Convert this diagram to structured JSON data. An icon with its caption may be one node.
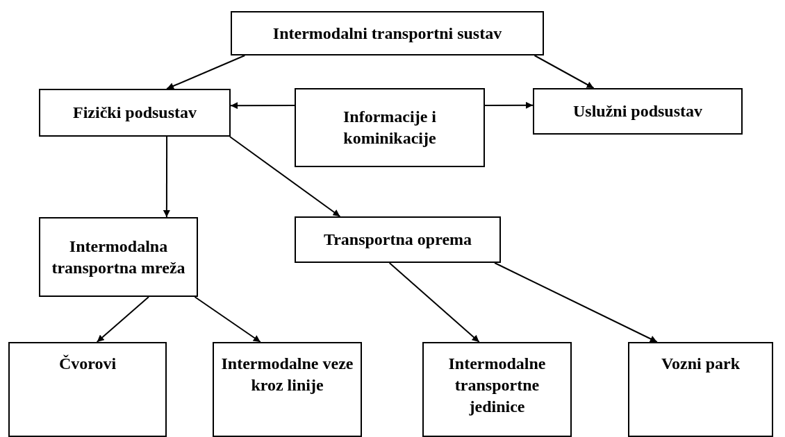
{
  "diagram": {
    "nodes": [
      {
        "text": [
          "Intermodalni transportni sustav"
        ]
      },
      {
        "text": [
          "Fizički podsustav"
        ]
      },
      {
        "text": [
          "Informacije i kominikacije"
        ]
      },
      {
        "text": [
          "Uslužni podsustav"
        ]
      },
      {
        "text": [
          "Intermodalna transportna mreža"
        ]
      },
      {
        "text": [
          "Transportna oprema"
        ]
      },
      {
        "text": [
          "Čvorovi"
        ]
      },
      {
        "text": [
          "Intermodalne veze kroz linije"
        ]
      },
      {
        "text": [
          "Intermodalne transportne jedinice"
        ]
      },
      {
        "text": [
          "Vozni park"
        ]
      }
    ],
    "edges": [
      {
        "from": 0,
        "to": 1,
        "arrow": "to"
      },
      {
        "from": 0,
        "to": 3,
        "arrow": "to"
      },
      {
        "from": 2,
        "to": 1,
        "arrow": "to"
      },
      {
        "from": 2,
        "to": 3,
        "arrow": "to"
      },
      {
        "from": 1,
        "to": 4,
        "arrow": "to"
      },
      {
        "from": 1,
        "to": 5,
        "arrow": "to"
      },
      {
        "from": 4,
        "to": 6,
        "arrow": "to"
      },
      {
        "from": 4,
        "to": 7,
        "arrow": "to"
      },
      {
        "from": 5,
        "to": 8,
        "arrow": "to"
      },
      {
        "from": 5,
        "to": 9,
        "arrow": "to"
      }
    ]
  }
}
